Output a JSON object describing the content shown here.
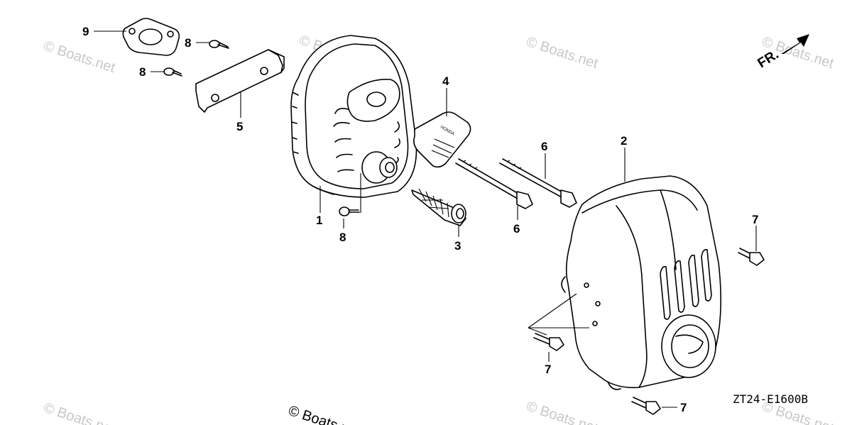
{
  "diagram": {
    "code": "ZT24-E1600B",
    "direction_label": "FR.",
    "watermark": "© Boats.net",
    "callouts": {
      "c1": "1",
      "c2": "2",
      "c3": "3",
      "c4": "4",
      "c5": "5",
      "c6a": "6",
      "c6b": "6",
      "c7a": "7",
      "c7b": "7",
      "c7c": "7",
      "c8a": "8",
      "c8b": "8",
      "c8c": "8",
      "c9": "9"
    },
    "plate_text": "HONDA"
  }
}
